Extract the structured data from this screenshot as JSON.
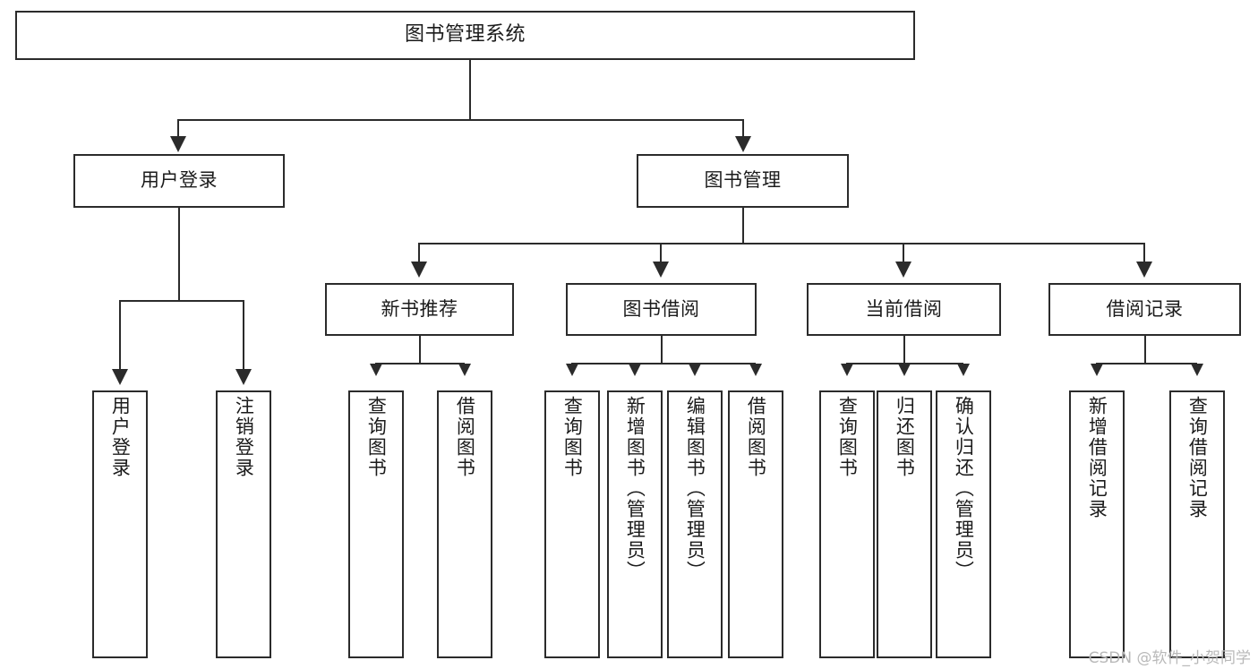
{
  "diagram": {
    "title": "图书管理系统",
    "type": "tree",
    "root": {
      "label": "图书管理系统"
    },
    "level2": [
      {
        "label": "用户登录"
      },
      {
        "label": "图书管理"
      }
    ],
    "level3": [
      {
        "label": "新书推荐"
      },
      {
        "label": "图书借阅"
      },
      {
        "label": "当前借阅"
      },
      {
        "label": "借阅记录"
      }
    ],
    "leaves": {
      "user_login": [
        {
          "label": "用户登录"
        },
        {
          "label": "注销登录"
        }
      ],
      "new_book_recommend": [
        {
          "label": "查询图书"
        },
        {
          "label": "借阅图书"
        }
      ],
      "book_borrow": [
        {
          "label": "查询图书"
        },
        {
          "label": "新增图书（管理员）"
        },
        {
          "label": "编辑图书（管理员）"
        },
        {
          "label": "借阅图书"
        }
      ],
      "current_borrow": [
        {
          "label": "查询图书"
        },
        {
          "label": "归还图书"
        },
        {
          "label": "确认归还（管理员）"
        }
      ],
      "borrow_record": [
        {
          "label": "新增借阅记录"
        },
        {
          "label": "查询借阅记录"
        }
      ]
    }
  },
  "watermark": {
    "text": "CSDN @软件_小贺同学"
  },
  "colors": {
    "stroke": "#2b2b2b",
    "background": "#ffffff",
    "text": "#1b1b1b",
    "watermark": "#b9b9b9"
  }
}
